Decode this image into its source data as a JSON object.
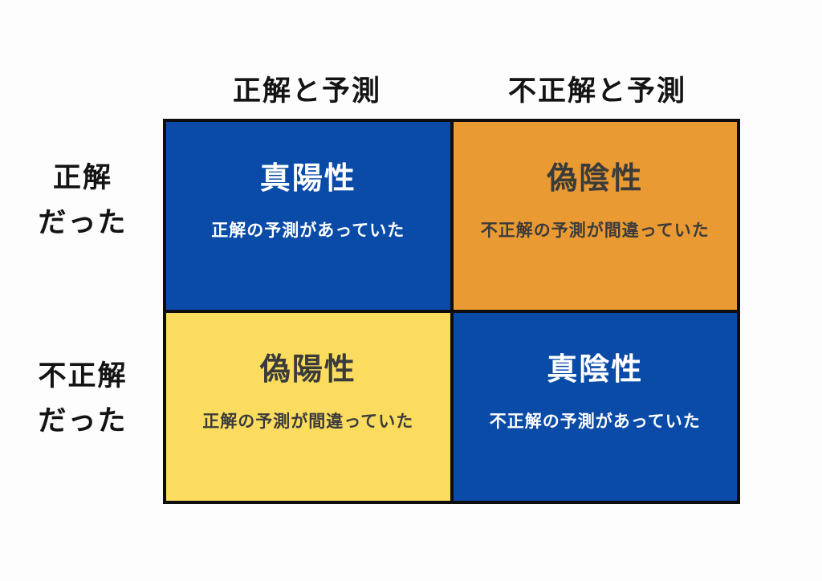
{
  "figure": {
    "kind": "confusion-matrix",
    "background_color": "#fdfdfd",
    "grid_line_color": "#0d0d0d"
  },
  "column_headers": [
    {
      "label": "正解と予測"
    },
    {
      "label": "不正解と予測"
    }
  ],
  "row_headers": [
    {
      "line1": "正解",
      "line2": "だった"
    },
    {
      "line1": "不正解",
      "line2": "だった"
    }
  ],
  "cells": [
    {
      "position": "top-left",
      "title": "真陽性",
      "subtitle": "正解の予測があっていた",
      "fill_color": "#0a4ba8",
      "text_color": "#ffffff"
    },
    {
      "position": "top-right",
      "title": "偽陰性",
      "subtitle": "不正解の予測が間違っていた",
      "fill_color": "#ea9a33",
      "text_color": "#3b3b3b"
    },
    {
      "position": "bottom-left",
      "title": "偽陽性",
      "subtitle": "正解の予測が間違っていた",
      "fill_color": "#fbdc5e",
      "text_color": "#3b3b3b"
    },
    {
      "position": "bottom-right",
      "title": "真陰性",
      "subtitle": "不正解の予測があっていた",
      "fill_color": "#0a4ba8",
      "text_color": "#ffffff"
    }
  ]
}
